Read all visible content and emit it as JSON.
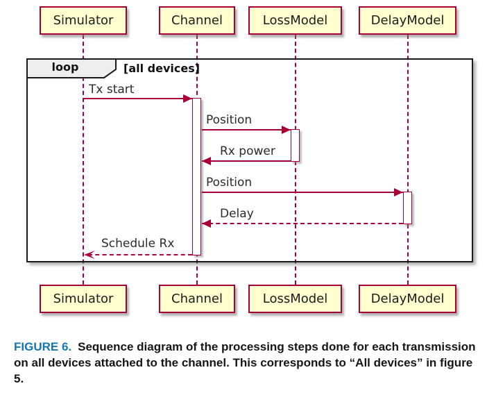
{
  "diagram": {
    "participants": [
      {
        "name": "Simulator"
      },
      {
        "name": "Channel"
      },
      {
        "name": "LossModel"
      },
      {
        "name": "DelayModel"
      }
    ],
    "loop": {
      "operator": "loop",
      "guard": "[all devices]"
    },
    "messages": [
      {
        "label": "Tx start",
        "from": "Simulator",
        "to": "Channel",
        "line": "solid"
      },
      {
        "label": "Position",
        "from": "Channel",
        "to": "LossModel",
        "line": "solid"
      },
      {
        "label": "Rx power",
        "from": "LossModel",
        "to": "Channel",
        "line": "solid"
      },
      {
        "label": "Position",
        "from": "Channel",
        "to": "DelayModel",
        "line": "solid"
      },
      {
        "label": "Delay",
        "from": "DelayModel",
        "to": "Channel",
        "line": "dashed"
      },
      {
        "label": "Schedule Rx",
        "from": "Channel",
        "to": "Simulator",
        "line": "dashed"
      }
    ],
    "colors": {
      "participant_fill": "#FEFECE",
      "participant_border": "#A80036",
      "lifeline": "#A80036",
      "arrow": "#A80036",
      "frame_border": "#1A1A1A",
      "loop_tab_fill": "#EEEEEE",
      "caption_label_blue": "#1377AE"
    }
  },
  "caption": {
    "label": "FIGURE 6.",
    "text": "Sequence diagram of the processing steps done for each transmission on all devices attached to the channel. This corresponds to “All devices” in figure 5."
  }
}
